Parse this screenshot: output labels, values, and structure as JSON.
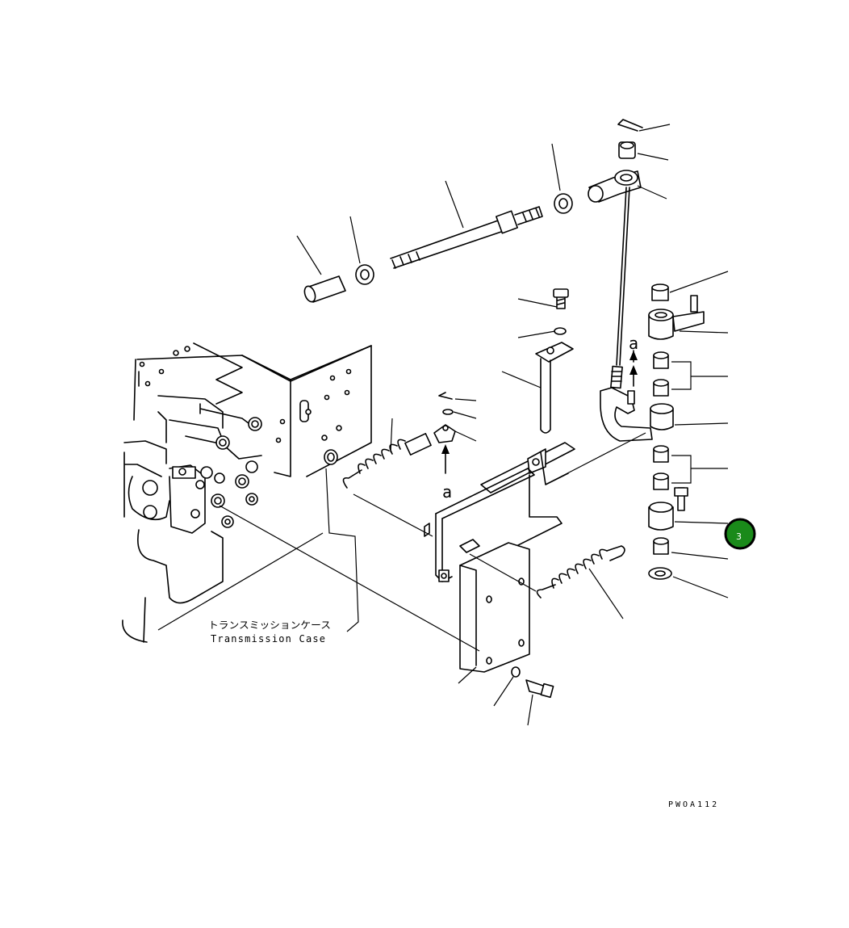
{
  "labels": {
    "transmission_case_jp": "トランスミッションケース",
    "transmission_case_en": "Transmission Case",
    "arrow_a": "a",
    "drawing_code": "PWOA112"
  },
  "callout": {
    "number": "3",
    "fill": "#1a8a1a",
    "stroke": "#000000"
  }
}
